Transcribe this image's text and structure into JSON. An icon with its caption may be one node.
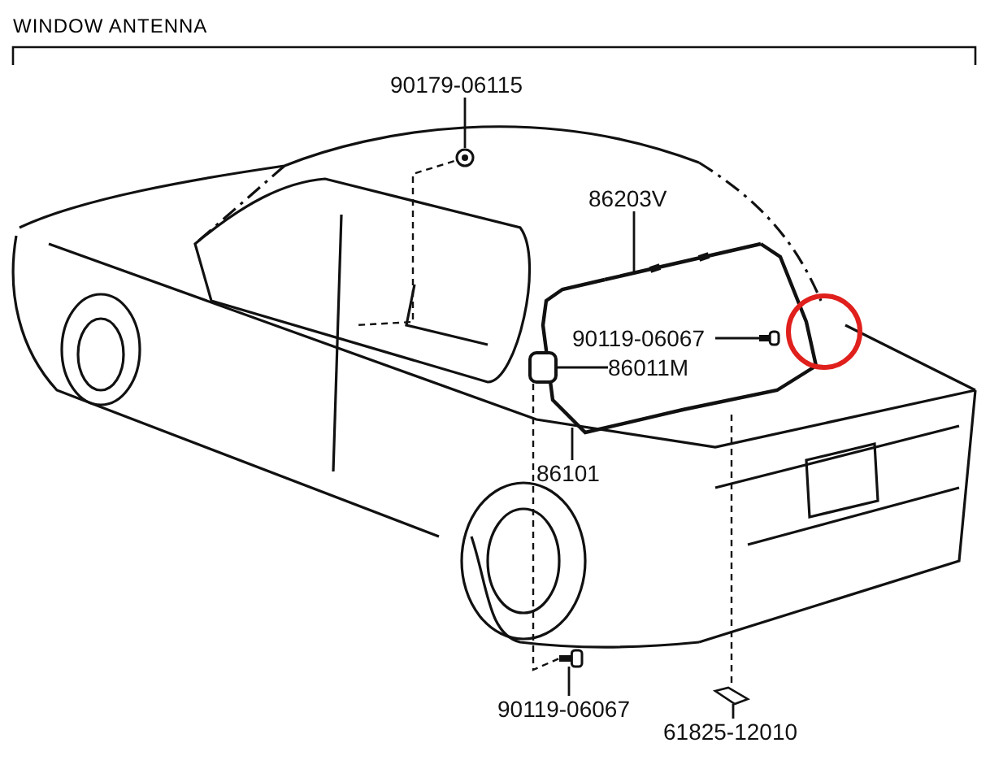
{
  "diagram": {
    "title": "WINDOW ANTENNA",
    "nodes": [
      {
        "text": [
          "90179-06115"
        ]
      },
      {
        "text": [],
        "shape": "picture"
      },
      {
        "text": [
          "86203V"
        ]
      },
      {
        "text": [],
        "shape": "picture"
      },
      {
        "text": [
          "90119-06067"
        ]
      },
      {
        "text": [],
        "shape": "picture"
      },
      {
        "text": [
          "86011M"
        ]
      },
      {
        "text": [],
        "shape": "box"
      },
      {
        "text": [
          "86101"
        ]
      },
      {
        "text": [
          "90119-06067"
        ]
      },
      {
        "text": [],
        "shape": "picture"
      },
      {
        "text": [
          "61825-12010"
        ]
      },
      {
        "text": [],
        "shape": "picture"
      }
    ],
    "edges": [
      {
        "from": 0,
        "to": 1,
        "arrow": "none"
      },
      {
        "from": 2,
        "to": 3,
        "arrow": "none"
      },
      {
        "from": 4,
        "to": 5,
        "arrow": "none"
      },
      {
        "from": 6,
        "to": 7,
        "arrow": "none"
      },
      {
        "from": 8,
        "to": null,
        "arrow": "none"
      },
      {
        "from": 9,
        "to": 10,
        "arrow": "none"
      },
      {
        "from": 11,
        "to": 12,
        "arrow": "none"
      },
      {
        "from": 7,
        "to": 10,
        "arrow": "none",
        "style": "dashed"
      }
    ]
  }
}
